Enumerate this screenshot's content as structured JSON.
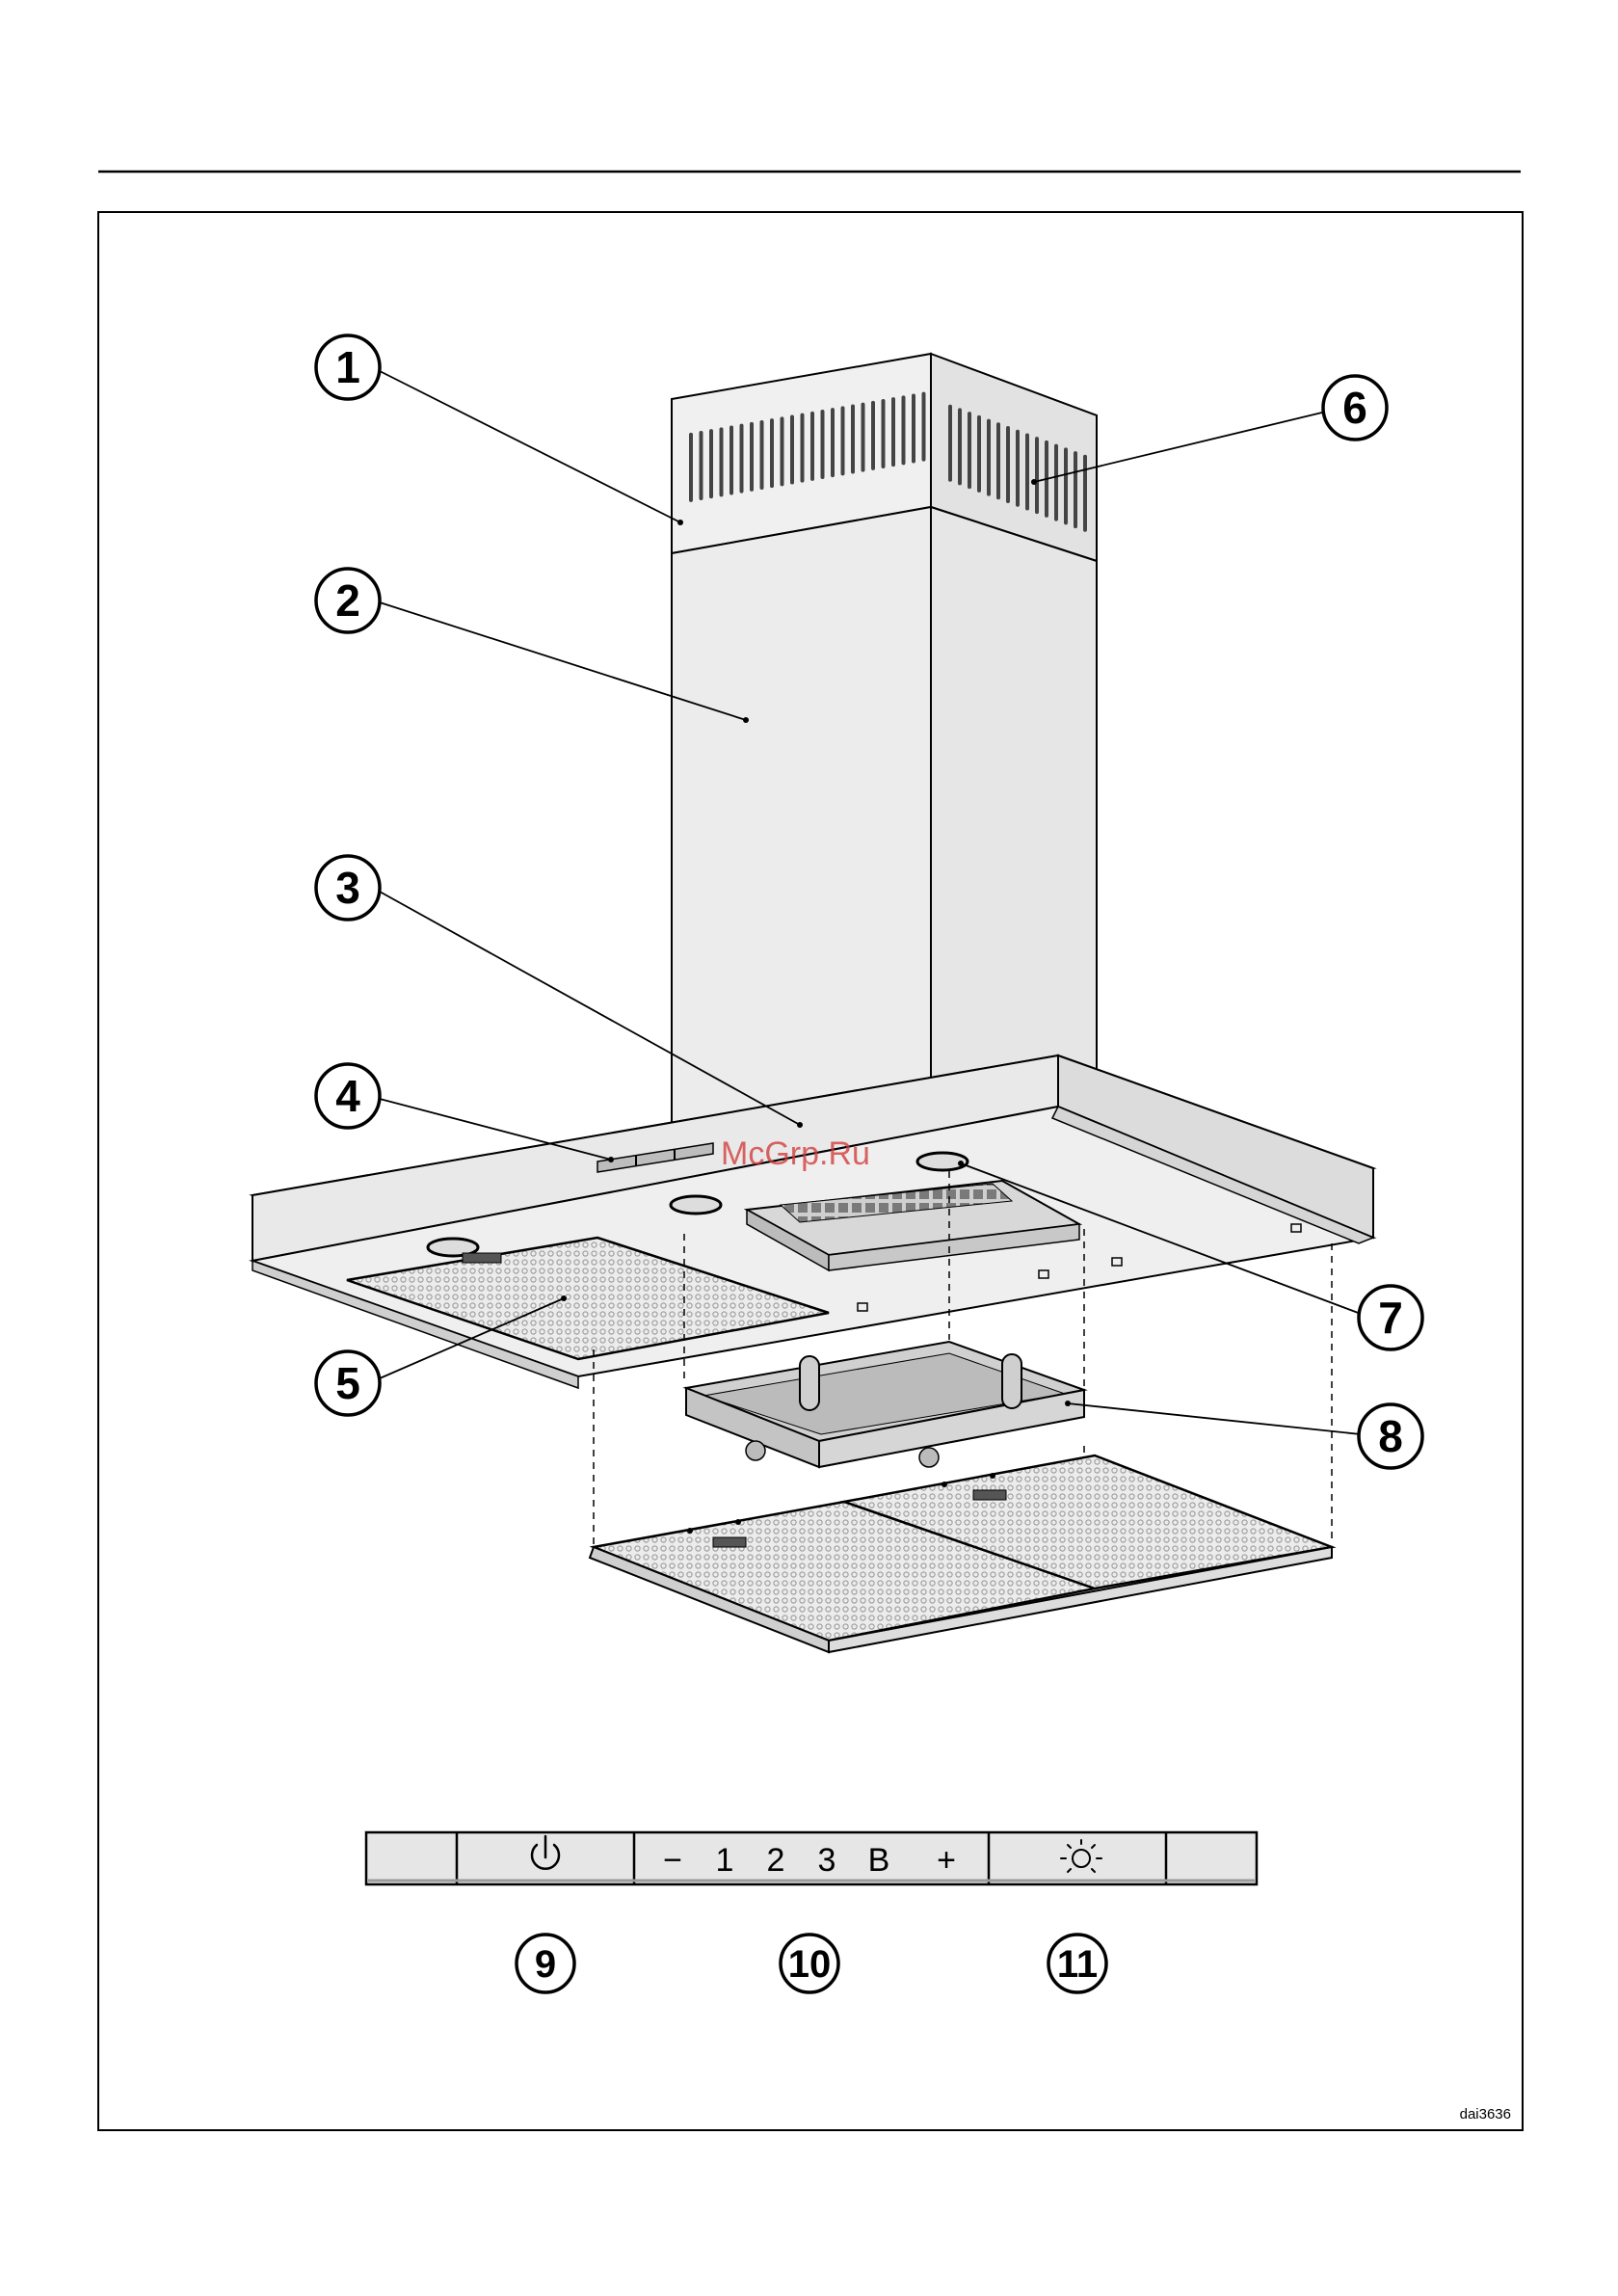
{
  "watermark": "McGrp.Ru",
  "figure_ref": "dai3636",
  "callouts": [
    {
      "id": "1",
      "label": "1"
    },
    {
      "id": "2",
      "label": "2"
    },
    {
      "id": "3",
      "label": "3"
    },
    {
      "id": "4",
      "label": "4"
    },
    {
      "id": "5",
      "label": "5"
    },
    {
      "id": "6",
      "label": "6"
    },
    {
      "id": "7",
      "label": "7"
    },
    {
      "id": "8",
      "label": "8"
    },
    {
      "id": "9",
      "label": "9"
    },
    {
      "id": "10",
      "label": "10"
    },
    {
      "id": "11",
      "label": "11"
    }
  ],
  "control_panel": {
    "minus": "−",
    "speed_1": "1",
    "speed_2": "2",
    "speed_3": "3",
    "boost": "B",
    "plus": "+",
    "power_icon": "power-icon",
    "light_icon": "light-icon"
  }
}
